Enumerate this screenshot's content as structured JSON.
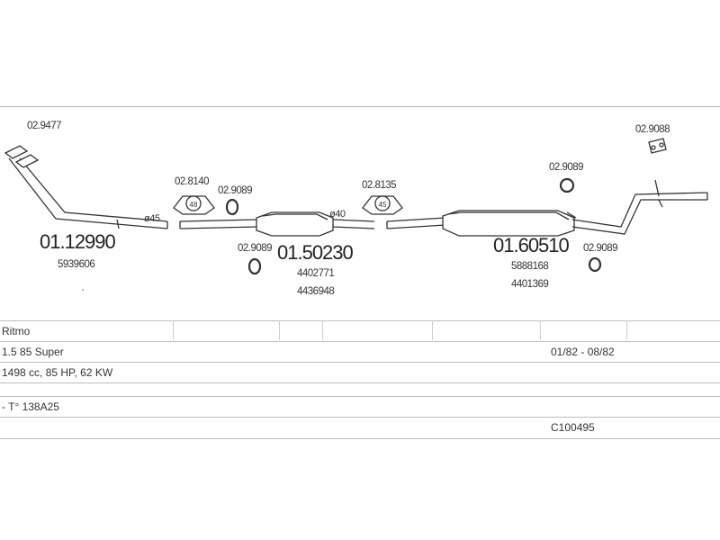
{
  "parts": {
    "clamp_front": "02.9477",
    "front_pipe_number": "01.12990",
    "front_pipe_oe": "5939606",
    "dia_45": "ø45",
    "gasket_1": "02.8140",
    "gasket_1_size": "48",
    "ring_1": "02.9089",
    "ring_2": "02.9089",
    "mid_silencer_number": "01.50230",
    "mid_silencer_oe1": "4402771",
    "mid_silencer_oe2": "4436948",
    "dia_40": "ø40",
    "gasket_2": "02.8135",
    "gasket_2_size": "45",
    "ring_3": "02.9089",
    "rear_silencer_number": "01.60510",
    "rear_silencer_oe1": "5888168",
    "rear_silencer_oe2": "4401369",
    "ring_4": "02.9089",
    "hanger": "02.9088"
  },
  "info": {
    "model": "Ritmo",
    "engine": "1.5  85 Super",
    "dates": "01/82 - 08/82",
    "spec": "1498 cc, 85 HP, 62 KW",
    "engine_code": "- T° 138A25",
    "catalog_code": "C100495"
  }
}
